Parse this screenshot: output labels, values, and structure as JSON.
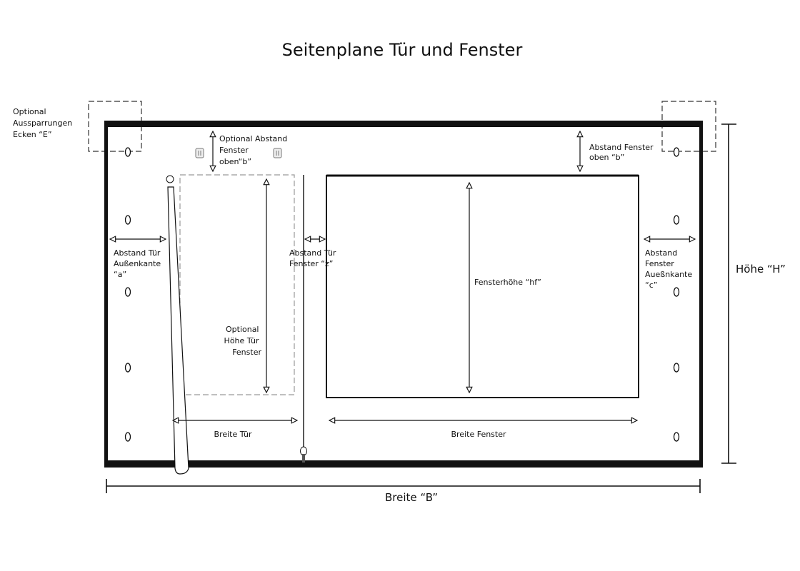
{
  "title": "Seitenplane Tür und Fenster",
  "labels": {
    "corners": [
      "Optional",
      "Aussparrungen",
      "Ecken “E”"
    ],
    "optional_top": [
      "Optional Abstand",
      "Fenster",
      "oben“b”"
    ],
    "top_window": [
      "Abstand Fenster",
      "oben “b”"
    ],
    "door_edge": [
      "Abstand Tür",
      "Außenkante",
      "“a”"
    ],
    "door_window": [
      "Abstand Tür",
      "Fenster “z”"
    ],
    "window_edge": [
      "Abstand",
      "Fenster",
      "Aueßnkante",
      "“c”"
    ],
    "door_height": [
      "Optional",
      "Höhe Tür",
      "Fenster"
    ],
    "window_height": "Fensterhöhe “hf”",
    "door_width": "Breite Tür",
    "window_width": "Breite Fenster",
    "total_width": "Breite “B”",
    "total_height": "Höhe “H”"
  }
}
